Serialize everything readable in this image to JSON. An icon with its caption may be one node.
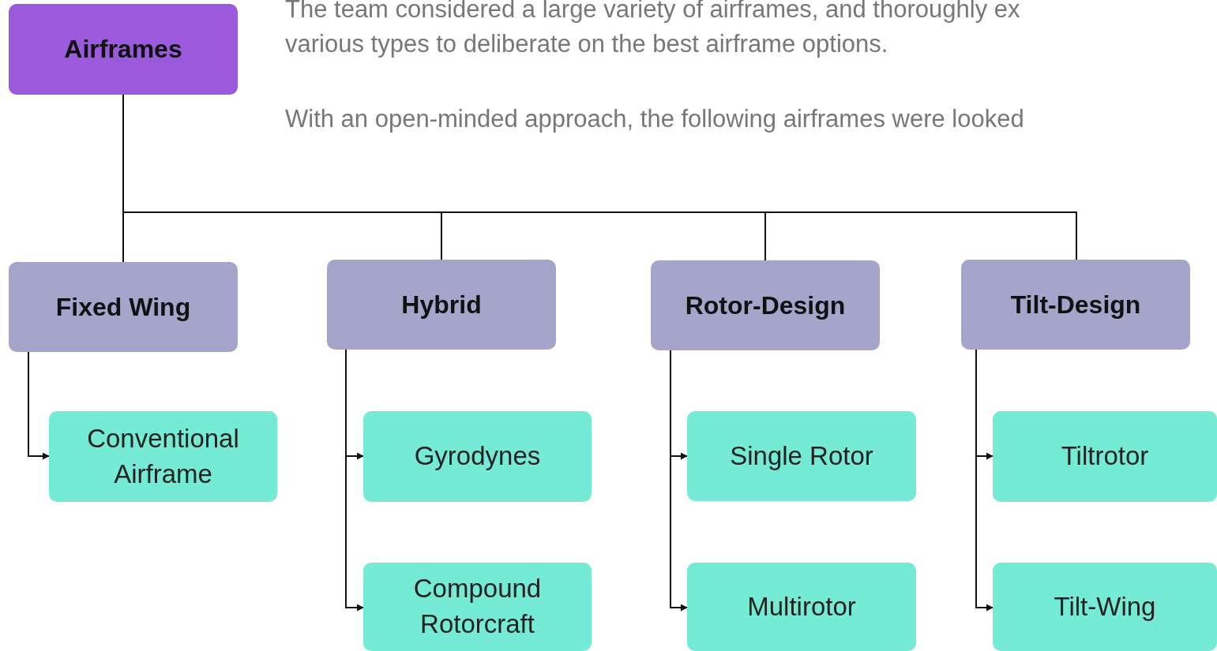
{
  "diagram": {
    "nodes": [
      {
        "text": [
          "Airframes"
        ]
      },
      {
        "text": [
          "Fixed Wing"
        ]
      },
      {
        "text": [
          "Hybrid"
        ]
      },
      {
        "text": [
          "Rotor-Design"
        ]
      },
      {
        "text": [
          "Tilt-Design"
        ]
      },
      {
        "text": [
          "Conventional Airframe"
        ]
      },
      {
        "text": [
          "Gyrodynes"
        ]
      },
      {
        "text": [
          "Compound Rotorcraft"
        ]
      },
      {
        "text": [
          "Single Rotor"
        ]
      },
      {
        "text": [
          "Multirotor"
        ]
      },
      {
        "text": [
          "Tiltrotor"
        ]
      },
      {
        "text": [
          "Tilt-Wing"
        ]
      }
    ],
    "edges": [
      {
        "from": 0,
        "to": 1,
        "arrow": "none"
      },
      {
        "from": 0,
        "to": 2,
        "arrow": "none"
      },
      {
        "from": 0,
        "to": 3,
        "arrow": "none"
      },
      {
        "from": 0,
        "to": 4,
        "arrow": "none"
      },
      {
        "from": 1,
        "to": 5,
        "arrow": "to"
      },
      {
        "from": 2,
        "to": 6,
        "arrow": "to"
      },
      {
        "from": 2,
        "to": 7,
        "arrow": "to"
      },
      {
        "from": 3,
        "to": 8,
        "arrow": "to"
      },
      {
        "from": 3,
        "to": 9,
        "arrow": "to"
      },
      {
        "from": 4,
        "to": 10,
        "arrow": "to"
      },
      {
        "from": 4,
        "to": 11,
        "arrow": "to"
      }
    ],
    "labels": [
      "The team considered a large variety of airframes, and thoroughly ex",
      "various types to deliberate on the best airframe options.",
      "With an open-minded approach, the following airframes were looked"
    ]
  }
}
